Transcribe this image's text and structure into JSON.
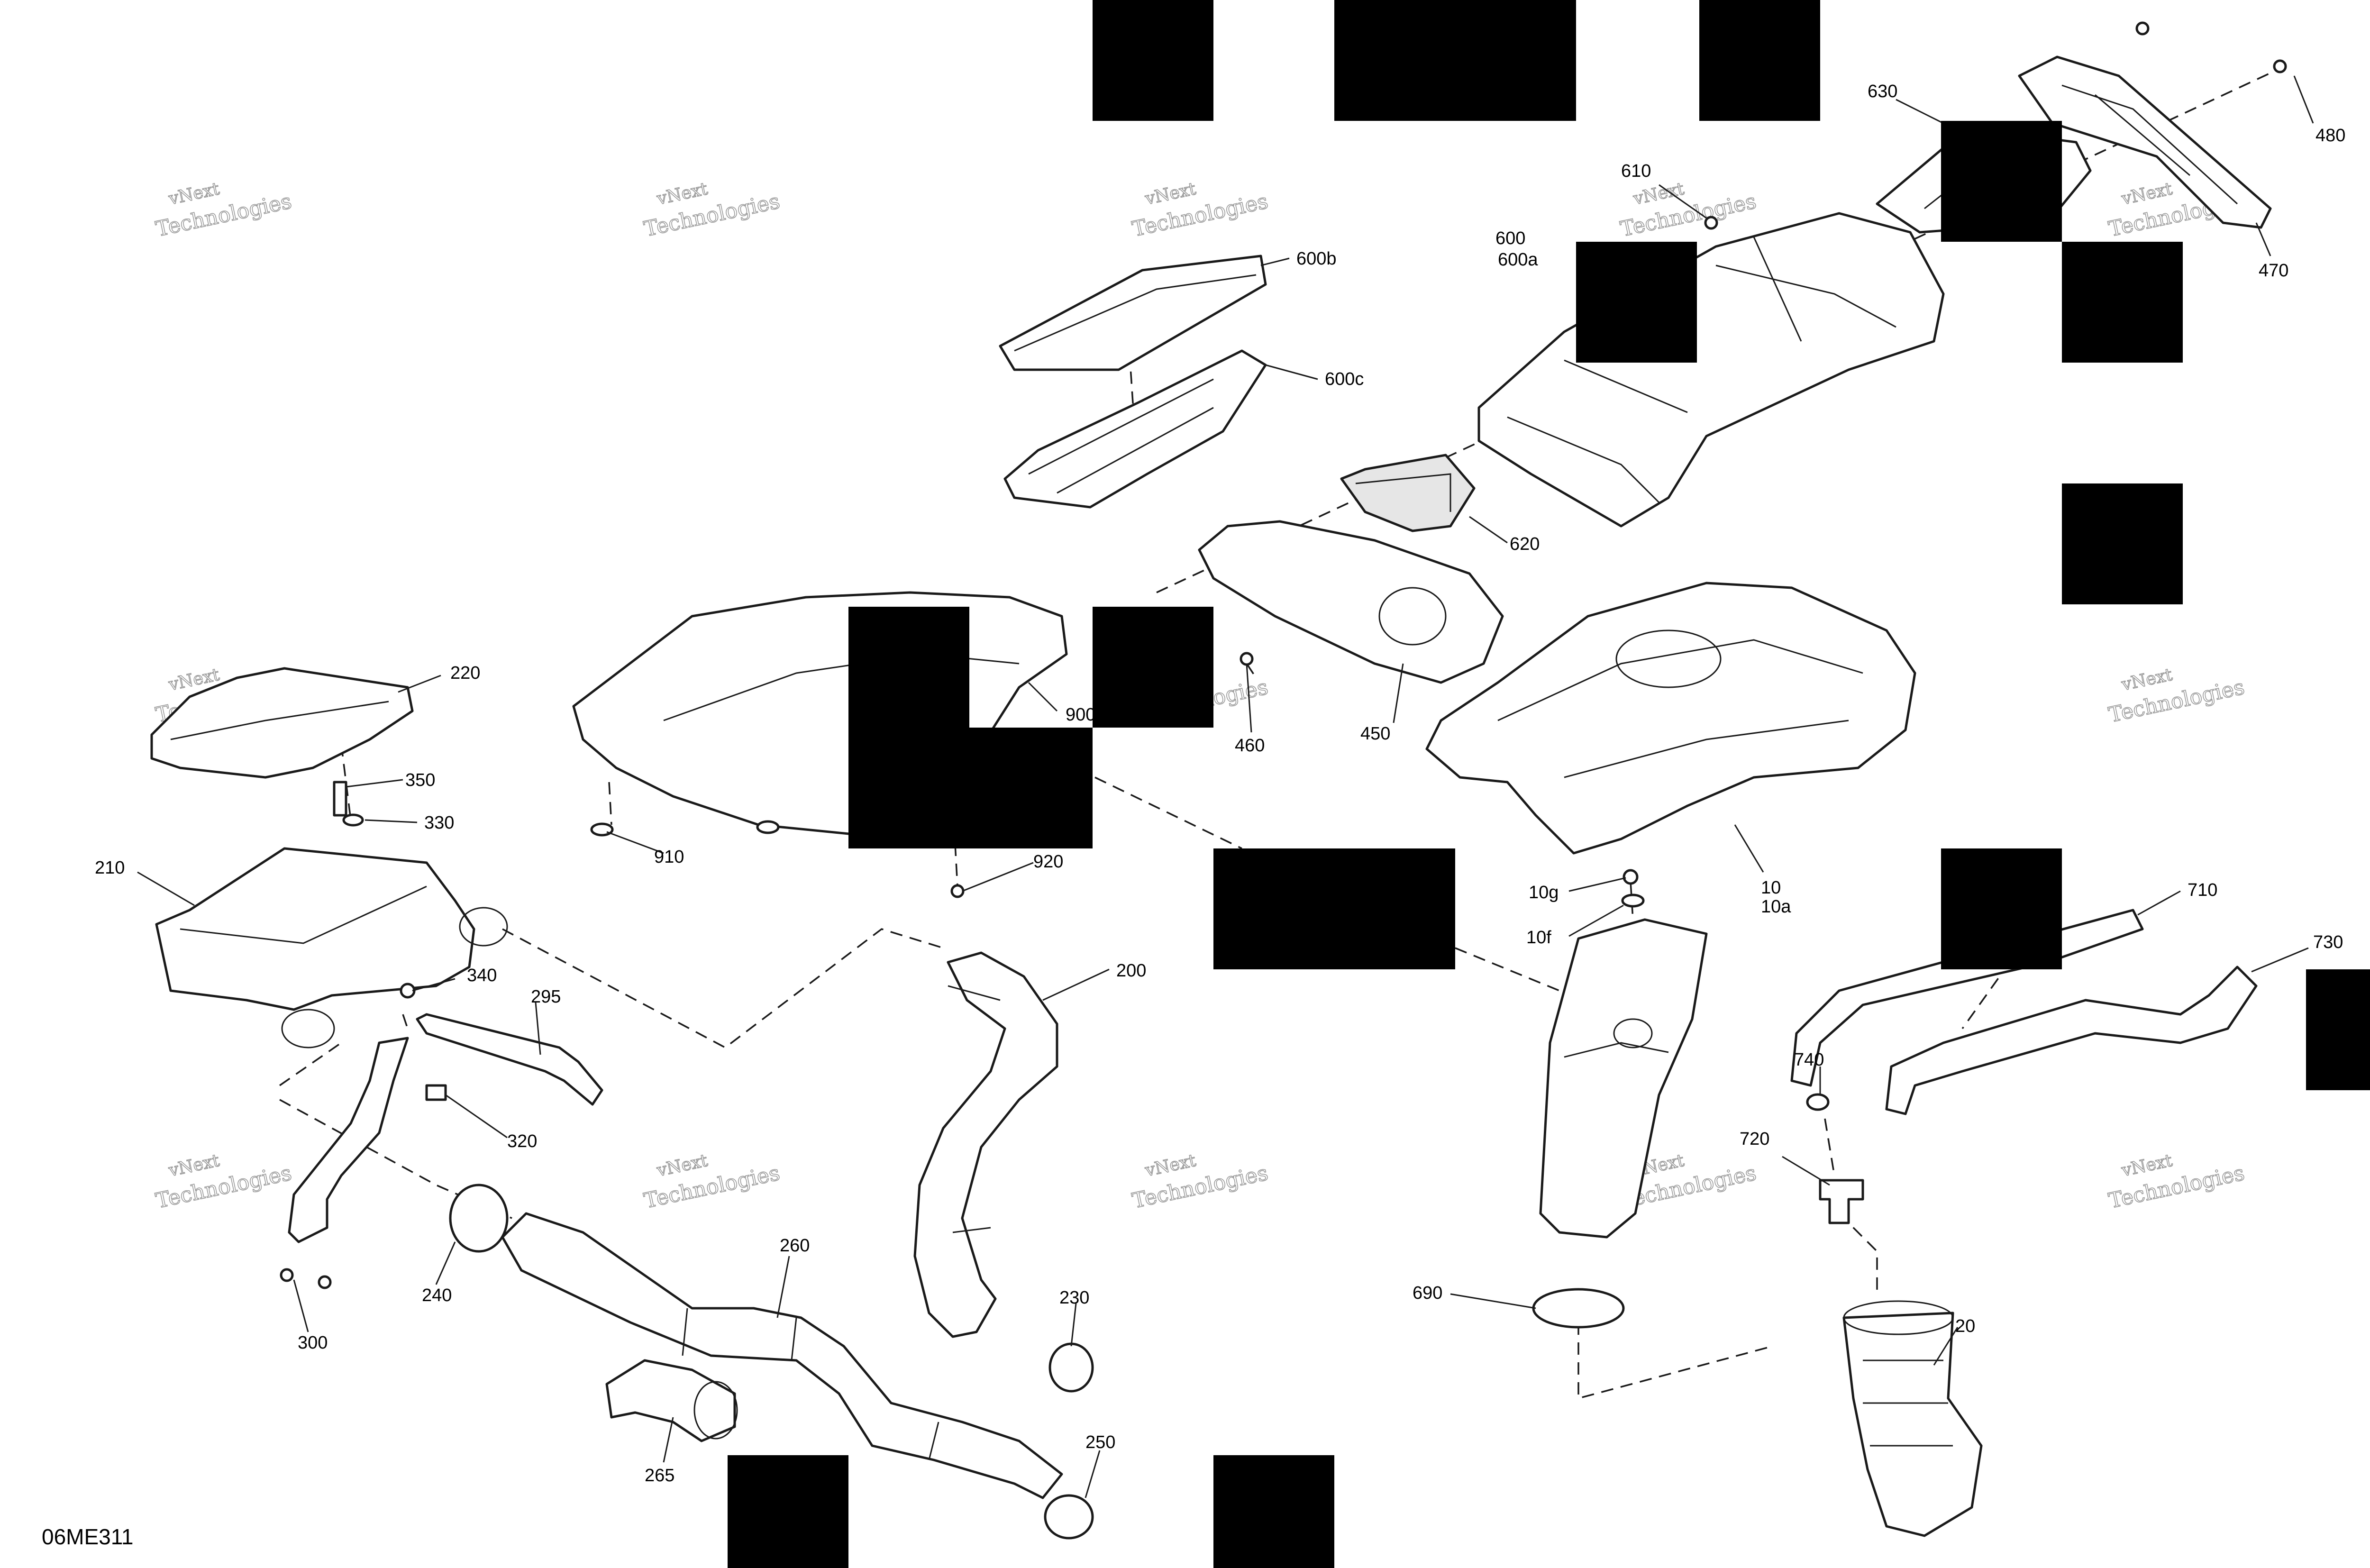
{
  "diagram": {
    "code": "06ME311",
    "watermark_line1": "vNext",
    "watermark_line2": "Technologies",
    "callouts": [
      {
        "id": "480",
        "label": "480"
      },
      {
        "id": "630",
        "label": "630"
      },
      {
        "id": "470",
        "label": "470"
      },
      {
        "id": "610",
        "label": "610"
      },
      {
        "id": "600",
        "label": "600"
      },
      {
        "id": "600a",
        "label": "600a"
      },
      {
        "id": "600b",
        "label": "600b"
      },
      {
        "id": "600c",
        "label": "600c"
      },
      {
        "id": "620",
        "label": "620"
      },
      {
        "id": "450",
        "label": "450"
      },
      {
        "id": "460",
        "label": "460"
      },
      {
        "id": "900",
        "label": "900"
      },
      {
        "id": "910",
        "label": "910"
      },
      {
        "id": "920",
        "label": "920"
      },
      {
        "id": "10",
        "label": "10"
      },
      {
        "id": "10a",
        "label": "10a"
      },
      {
        "id": "10g",
        "label": "10g"
      },
      {
        "id": "10f",
        "label": "10f"
      },
      {
        "id": "710",
        "label": "710"
      },
      {
        "id": "730",
        "label": "730"
      },
      {
        "id": "740",
        "label": "740"
      },
      {
        "id": "720",
        "label": "720"
      },
      {
        "id": "690",
        "label": "690"
      },
      {
        "id": "20",
        "label": "20"
      },
      {
        "id": "220",
        "label": "220"
      },
      {
        "id": "350",
        "label": "350"
      },
      {
        "id": "330",
        "label": "330"
      },
      {
        "id": "210",
        "label": "210"
      },
      {
        "id": "340",
        "label": "340"
      },
      {
        "id": "295",
        "label": "295"
      },
      {
        "id": "320",
        "label": "320"
      },
      {
        "id": "200",
        "label": "200"
      },
      {
        "id": "260",
        "label": "260"
      },
      {
        "id": "240",
        "label": "240"
      },
      {
        "id": "300",
        "label": "300"
      },
      {
        "id": "230",
        "label": "230"
      },
      {
        "id": "265",
        "label": "265"
      },
      {
        "id": "250",
        "label": "250"
      }
    ]
  }
}
